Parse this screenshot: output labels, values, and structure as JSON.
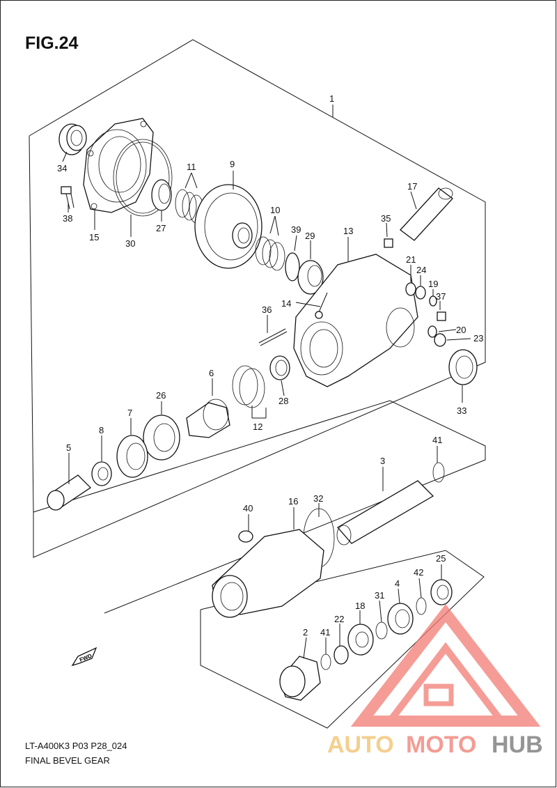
{
  "figure": {
    "title": "FIG.24"
  },
  "footer": {
    "model_code": "LT-A400K3 P03 P28_024",
    "caption": "FINAL BEVEL GEAR"
  },
  "fwd_label": "FWD",
  "callouts": [
    "1",
    "2",
    "3",
    "4",
    "5",
    "6",
    "7",
    "8",
    "9",
    "10",
    "11",
    "12",
    "13",
    "14",
    "15",
    "16",
    "17",
    "18",
    "19",
    "20",
    "21",
    "22",
    "23",
    "24",
    "25",
    "26",
    "27",
    "28",
    "29",
    "30",
    "31",
    "32",
    "33",
    "34",
    "35",
    "36",
    "37",
    "38",
    "39",
    "40",
    "41",
    "41",
    "42"
  ],
  "watermark": {
    "brand_auto": "AUTO",
    "brand_moto": "MOTO",
    "brand_hub": "HUB",
    "colors": {
      "auto": "#f3c77a",
      "moto": "#f28b82",
      "hub": "#8a8a8a",
      "logo": "#f27b74"
    }
  }
}
